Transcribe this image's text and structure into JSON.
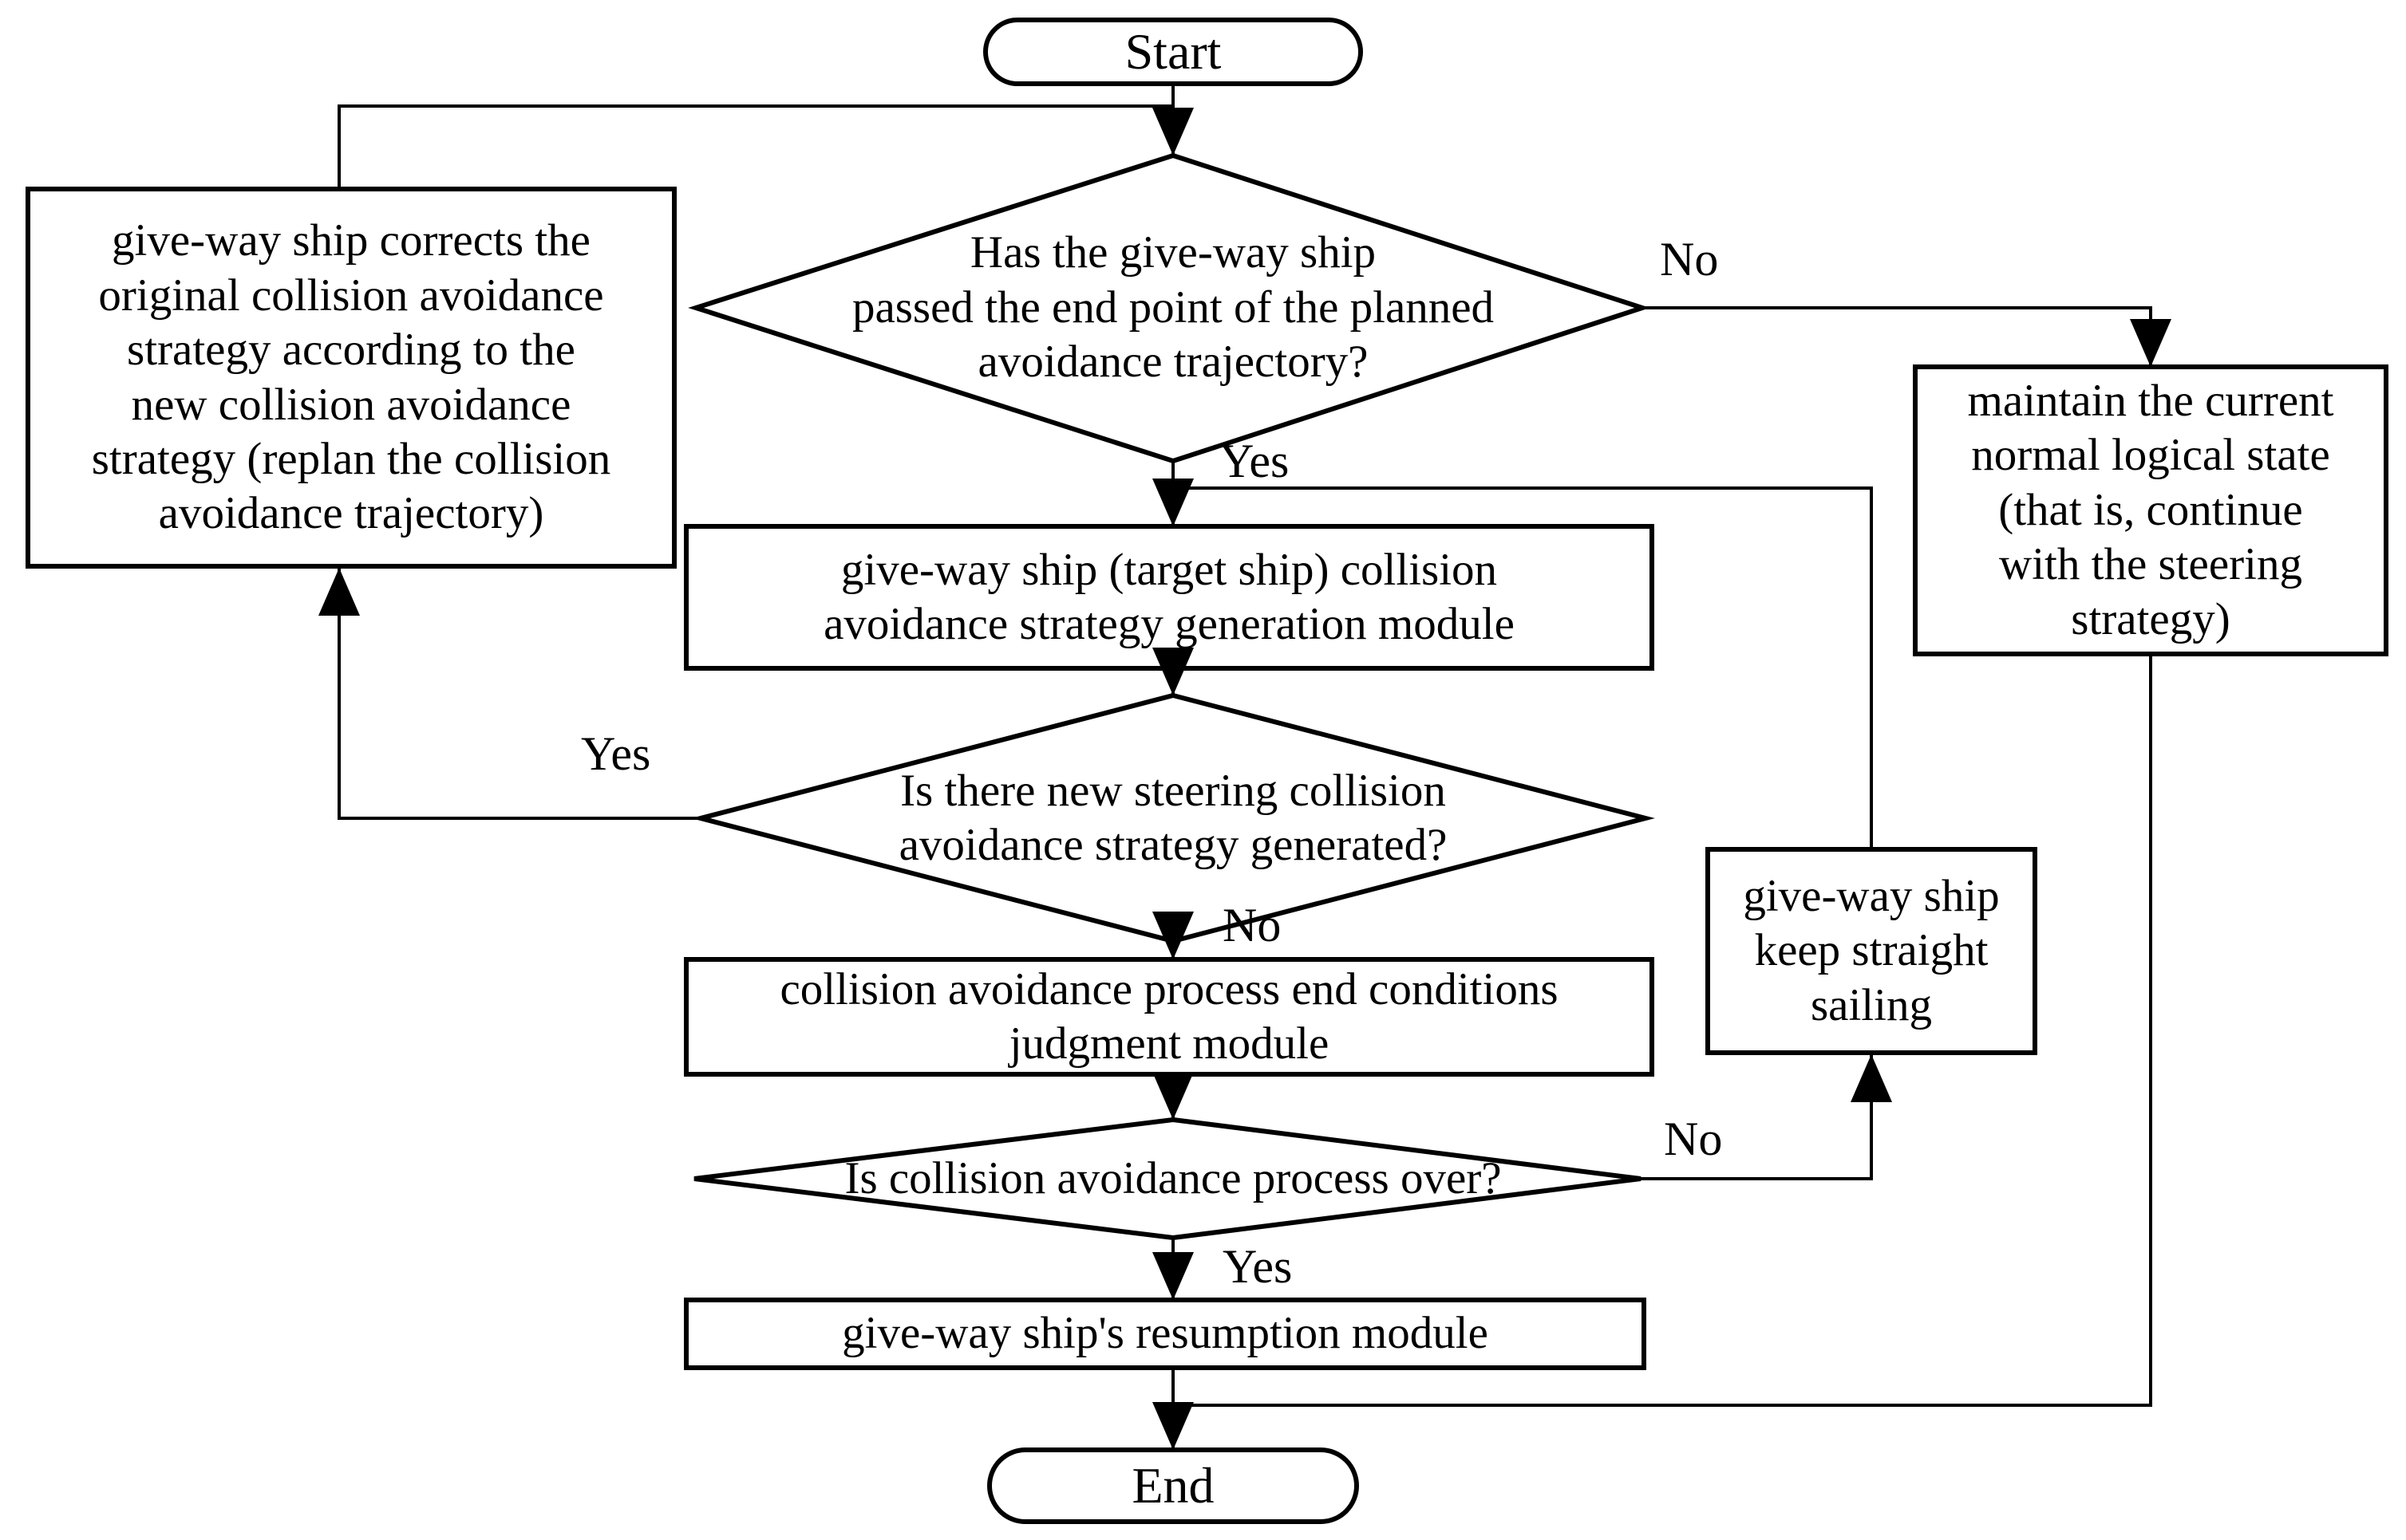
{
  "diagram": {
    "type": "flowchart",
    "colors": {
      "stroke": "#000000",
      "fill": "#ffffff",
      "text": "#000000"
    },
    "nodes": {
      "start": {
        "label": "Start"
      },
      "decision_passed_endpoint": {
        "text": "Has the give-way ship\npassed the end point of the planned\navoidance trajectory?"
      },
      "correct_strategy": {
        "text": "give-way ship corrects the\noriginal collision avoidance\nstrategy according to the\nnew collision avoidance\nstrategy (replan the collision\navoidance trajectory)"
      },
      "maintain_state": {
        "text": "maintain the current\nnormal logical state\n(that is, continue\nwith the steering\nstrategy)"
      },
      "strategy_generation": {
        "text": "give-way ship (target ship) collision\navoidance strategy generation module"
      },
      "decision_new_strategy": {
        "text": "Is there new steering collision\navoidance strategy generated?"
      },
      "keep_straight": {
        "text": "give-way ship\nkeep straight\nsailing"
      },
      "end_conditions": {
        "text": "collision avoidance process end conditions\njudgment module"
      },
      "decision_process_over": {
        "text": "Is collision avoidance process over?"
      },
      "resumption": {
        "text": "give-way ship's resumption module"
      },
      "end": {
        "label": "End"
      }
    },
    "edge_labels": {
      "d1_no": "No",
      "d1_yes": "Yes",
      "d2_yes": "Yes",
      "d2_no": "No",
      "d3_no": "No",
      "d3_yes": "Yes"
    },
    "edges": [
      {
        "from": "start",
        "to": "decision_passed_endpoint",
        "label": ""
      },
      {
        "from": "decision_passed_endpoint",
        "to": "maintain_state",
        "label": "No"
      },
      {
        "from": "decision_passed_endpoint",
        "to": "strategy_generation",
        "label": "Yes"
      },
      {
        "from": "strategy_generation",
        "to": "decision_new_strategy",
        "label": ""
      },
      {
        "from": "decision_new_strategy",
        "to": "correct_strategy",
        "label": "Yes"
      },
      {
        "from": "correct_strategy",
        "to": "decision_passed_endpoint",
        "label": ""
      },
      {
        "from": "decision_new_strategy",
        "to": "end_conditions",
        "label": "No"
      },
      {
        "from": "end_conditions",
        "to": "decision_process_over",
        "label": ""
      },
      {
        "from": "decision_process_over",
        "to": "keep_straight",
        "label": "No"
      },
      {
        "from": "keep_straight",
        "to": "strategy_generation",
        "label": ""
      },
      {
        "from": "decision_process_over",
        "to": "resumption",
        "label": "Yes"
      },
      {
        "from": "resumption",
        "to": "end",
        "label": ""
      },
      {
        "from": "maintain_state",
        "to": "end",
        "label": ""
      }
    ]
  }
}
